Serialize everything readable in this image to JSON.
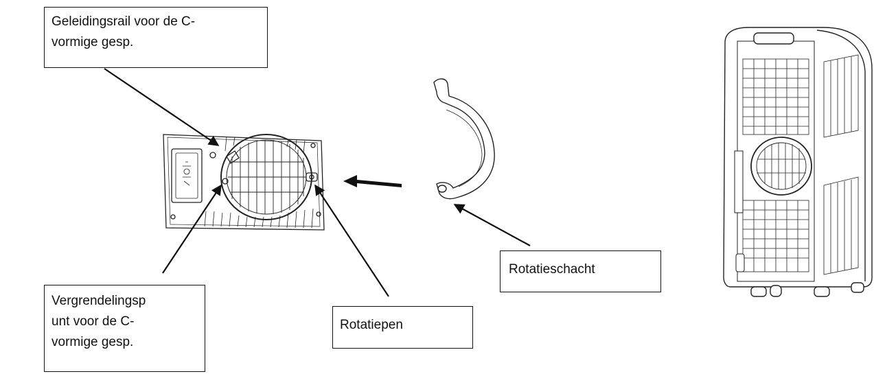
{
  "labels": {
    "guide_rail": "Geleidingsrail voor de C-\nvormige gesp.",
    "lock_point": "Vergrendelingsp\nunt voor de C-\nvormige gesp.",
    "rotation_pin": "Rotatiepen",
    "rotation_shaft": "Rotatieschacht"
  },
  "colors": {
    "line": "#111111",
    "fill": "#ffffff"
  }
}
